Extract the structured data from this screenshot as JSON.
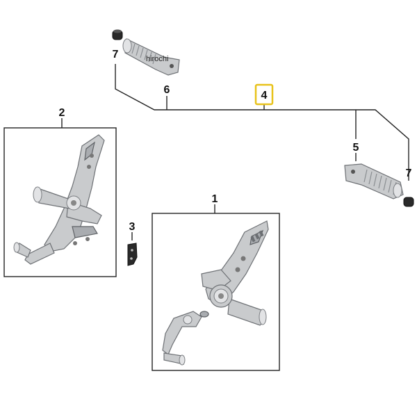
{
  "parts": {
    "p1": "1",
    "p2": "2",
    "p3": "3",
    "p4": "4",
    "p5": "5",
    "p6": "6",
    "p7a": "7",
    "p7b": "7"
  },
  "watermark": "hirochi",
  "colors": {
    "highlight": "#e8c21a",
    "line": "#222222",
    "metal": "#c9cbcd"
  }
}
